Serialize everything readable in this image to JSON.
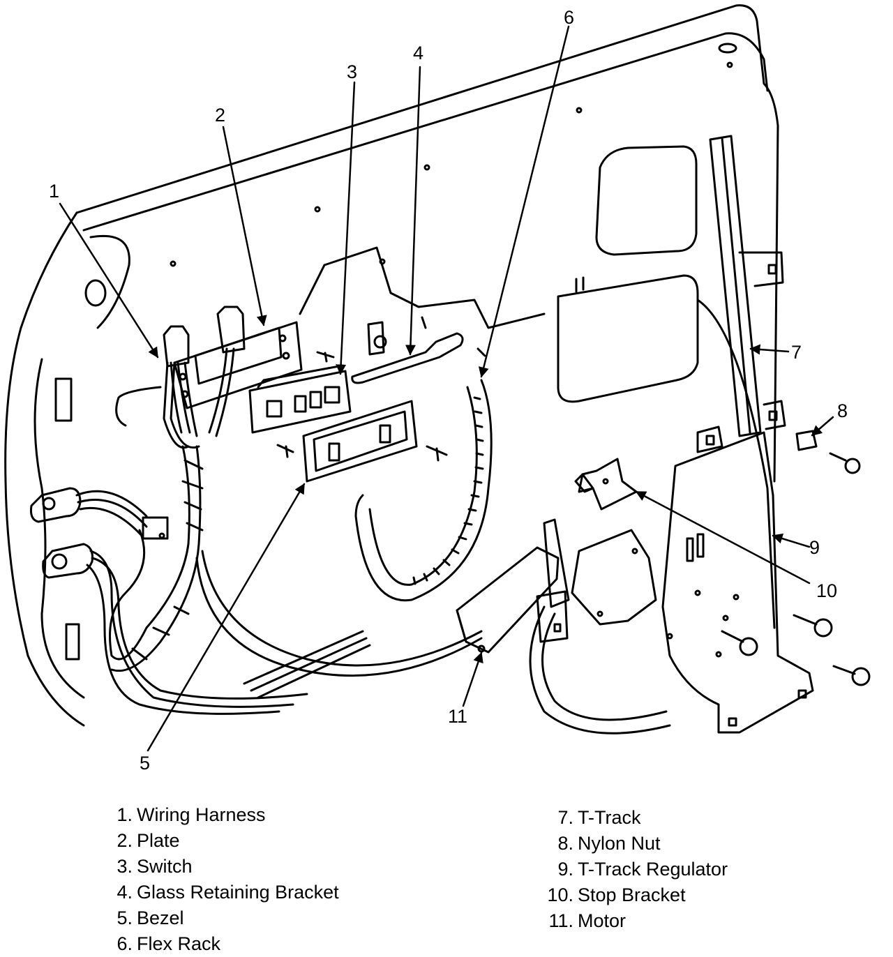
{
  "callouts": [
    {
      "num": "1"
    },
    {
      "num": "2"
    },
    {
      "num": "3"
    },
    {
      "num": "4"
    },
    {
      "num": "5"
    },
    {
      "num": "6"
    },
    {
      "num": "7"
    },
    {
      "num": "8"
    },
    {
      "num": "9"
    },
    {
      "num": "10"
    },
    {
      "num": "11"
    }
  ],
  "legend_left": [
    {
      "num": "1.",
      "label": "Wiring Harness"
    },
    {
      "num": "2.",
      "label": "Plate"
    },
    {
      "num": "3.",
      "label": "Switch"
    },
    {
      "num": "4.",
      "label": "Glass Retaining Bracket"
    },
    {
      "num": "5.",
      "label": "Bezel"
    },
    {
      "num": "6.",
      "label": "Flex Rack"
    }
  ],
  "legend_right": [
    {
      "num": "7.",
      "label": "T-Track"
    },
    {
      "num": "8.",
      "label": "Nylon Nut"
    },
    {
      "num": "9.",
      "label": "T-Track Regulator"
    },
    {
      "num": "10.",
      "label": "Stop Bracket"
    },
    {
      "num": "11.",
      "label": "Motor"
    }
  ]
}
